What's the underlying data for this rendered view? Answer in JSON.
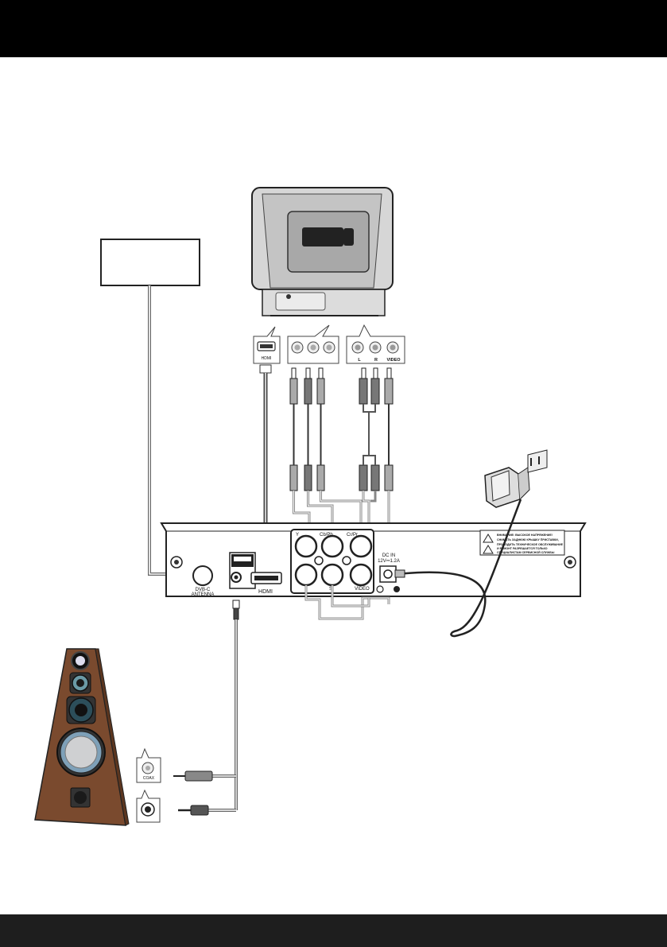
{
  "receiver": {
    "ports": {
      "dvbc_label": "DVB-C",
      "antenna_label": "ANTENNA",
      "hdmi_label": "HDMI",
      "video_label": "VIDEO",
      "y_label": "Y",
      "cbpb_label": "Cb/Pb",
      "crpr_label": "Cr/Pr",
      "s_label": "S",
      "dcin_label": "DC IN",
      "dcin_rating": "12V⎓1.2A"
    },
    "warning_text": [
      "ВНИМАНИЕ: ВЫСОКОЕ НАПРЯЖЕНИЕ!",
      "СНИМАТЬ ЗАДНЮЮ КРЫШКУ ПРИСТАВКИ,",
      "ПРОВОДИТЬ ТЕХНИЧЕСКОЕ ОБСЛУЖИВАНИЕ",
      "И РЕМОНТ РАЗРЕШАЕТСЯ ТОЛЬКО",
      "СПЕЦИАЛИСТАМ СЕРВИСНОЙ СЛУЖБЫ"
    ]
  },
  "tv": {
    "hdmi_label": "HDMI",
    "l_label": "L",
    "r_label": "R",
    "video_label": "VIDEO"
  },
  "speaker": {
    "coax_label": "COAX"
  },
  "colors": {
    "header_bar": "#000000",
    "footer_bar": "#1e1e1e",
    "speaker_wood": "#7a4a2e",
    "tv_gray": "#d6d6d6",
    "line": "#222222"
  }
}
